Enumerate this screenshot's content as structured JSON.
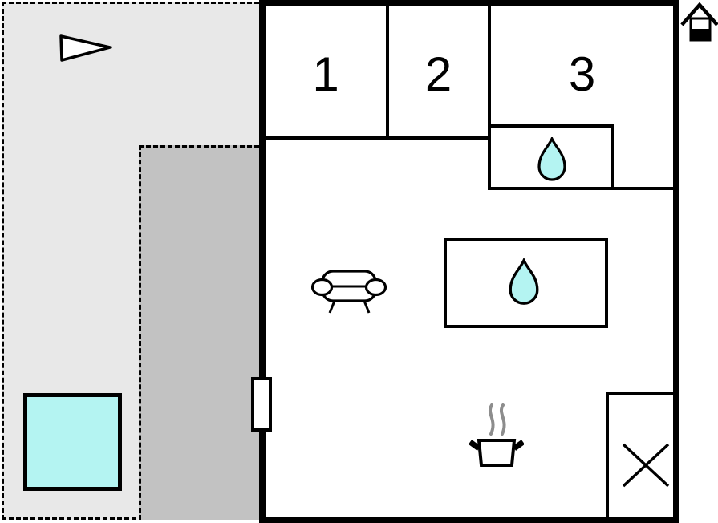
{
  "plan": {
    "type": "vacation-home-floor-plan",
    "rooms": [
      {
        "id": "room-1",
        "label": "1"
      },
      {
        "id": "room-2",
        "label": "2"
      },
      {
        "id": "room-3",
        "label": "3"
      }
    ],
    "features": {
      "bathrooms": 2,
      "bathroom_icon": "water-drop-icon",
      "living_room_icon": "sofa-icon",
      "kitchen_icon": "cooking-pot-steam-icon",
      "utility_room_icon": "x-cross-icon",
      "entrance_marker_icon": "house-icon",
      "orientation_icon": "direction-arrow-icon",
      "pool_icon": "pool-square",
      "door_icon": "door-rectangle"
    },
    "colors": {
      "water_cyan": "#b4f4f2",
      "terrace_outer_gray": "#e8e8e8",
      "terrace_inner_gray": "#c2c2c2",
      "wall_black": "#000000",
      "steam_gray": "#8d8d8d"
    }
  }
}
